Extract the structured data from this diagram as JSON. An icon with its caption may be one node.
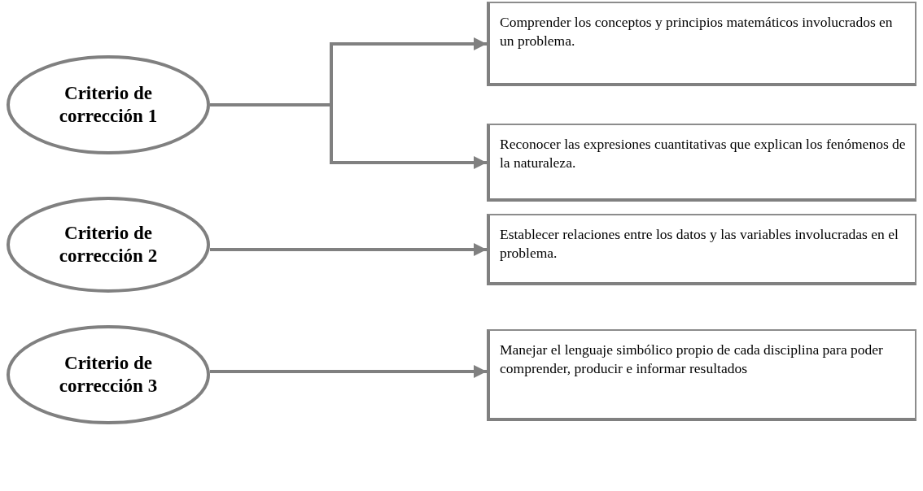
{
  "diagram": {
    "nodes": [
      {
        "text": [
          "Criterio de corrección 1"
        ]
      },
      {
        "text": [
          "Comprender los conceptos y principios matemáticos involucrados en un problema."
        ]
      },
      {
        "text": [
          "Reconocer las expresiones cuantitativas que explican los fenómenos de la naturaleza."
        ]
      },
      {
        "text": [
          "Criterio de corrección 2"
        ]
      },
      {
        "text": [
          "Establecer relaciones entre los datos y las variables involucradas en el problema."
        ]
      },
      {
        "text": [
          "Criterio de corrección 3"
        ]
      },
      {
        "text": [
          "Manejar el lenguaje simbólico propio de cada disciplina para poder comprender, producir e informar resultados"
        ]
      }
    ],
    "edges": [
      {
        "from": 0,
        "to": 1,
        "arrow": "to"
      },
      {
        "from": 0,
        "to": 2,
        "arrow": "to"
      },
      {
        "from": 3,
        "to": 4,
        "arrow": "to"
      },
      {
        "from": 5,
        "to": 6,
        "arrow": "to"
      }
    ]
  }
}
